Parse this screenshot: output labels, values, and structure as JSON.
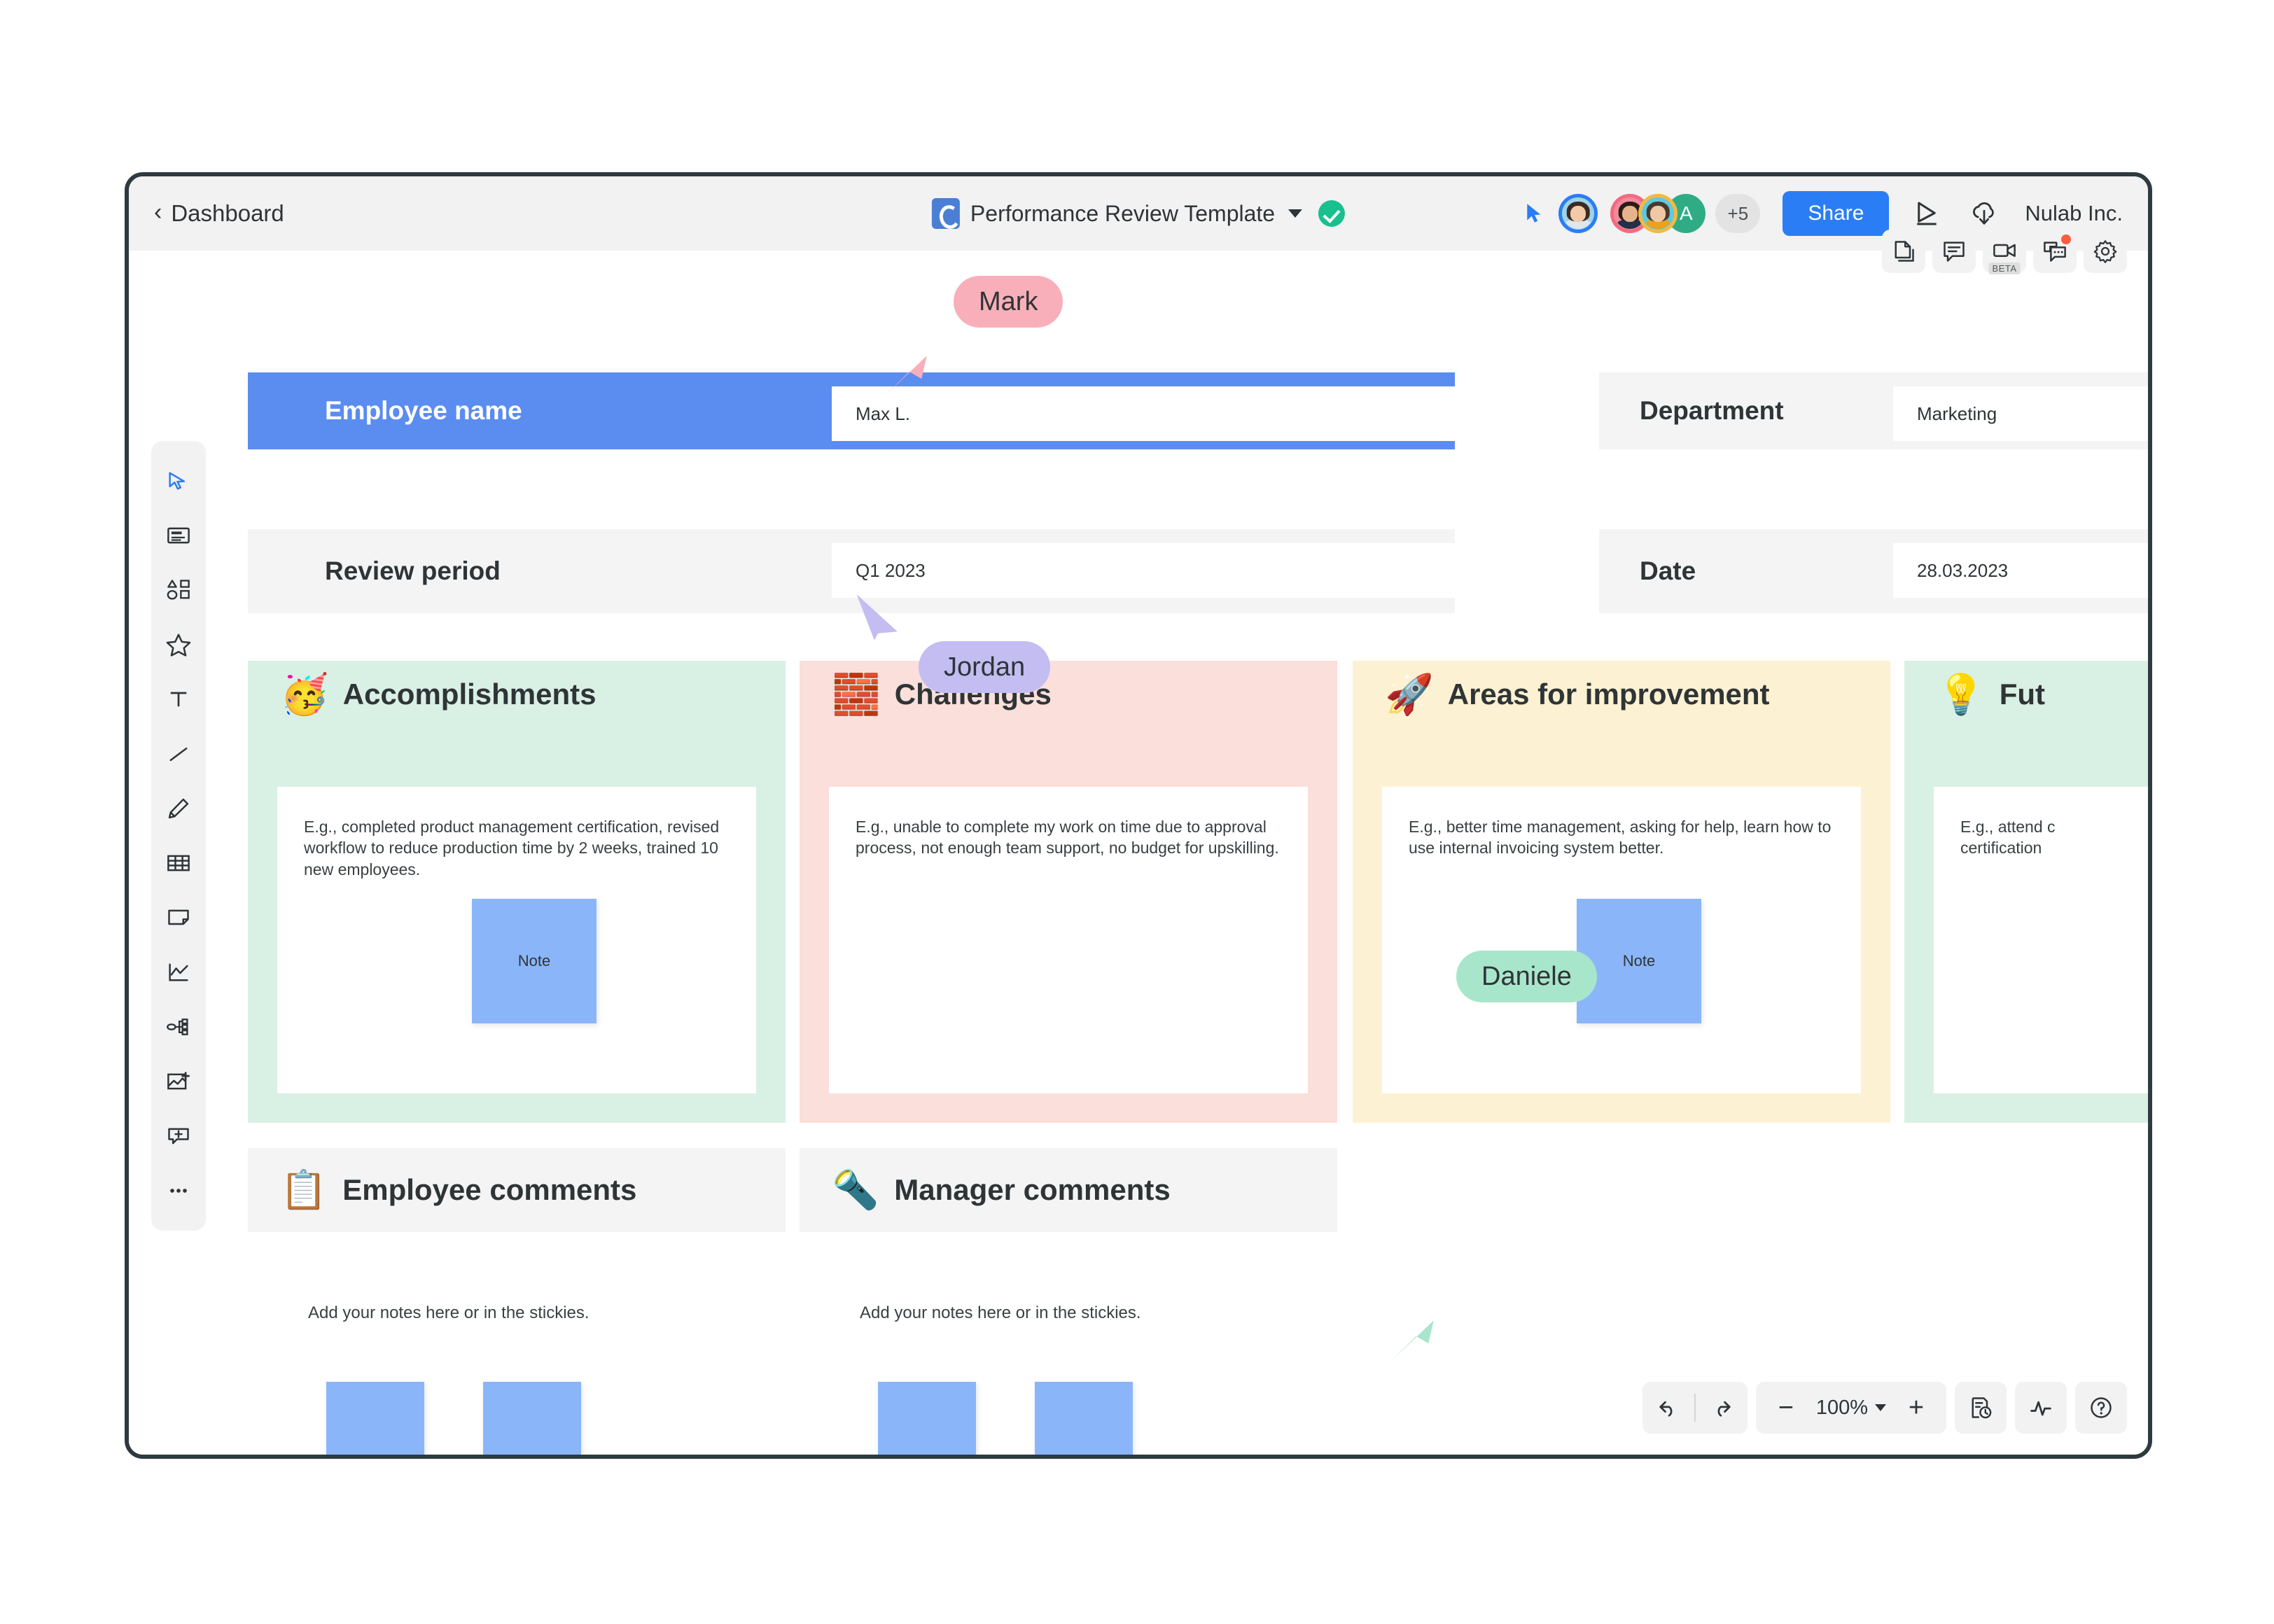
{
  "header": {
    "back_label": "Dashboard",
    "back_icon": "chevron-left-icon",
    "doc_title": "Performance Review Template",
    "doc_logo": "cacoo-logo-icon",
    "doc_caret": "chevron-down-icon",
    "doc_status": "verified-check-badge",
    "cursor_icon": "pointer-cursor-icon",
    "avatar_overflow": "+5",
    "avatar_letter": "A",
    "share_label": "Share",
    "present_icon": "present-play-icon",
    "download_icon": "download-cloud-icon",
    "org_name": "Nulab Inc."
  },
  "canvas_tools": [
    {
      "name": "pages-icon",
      "label": ""
    },
    {
      "name": "comment-icon",
      "label": ""
    },
    {
      "name": "video-call-icon",
      "label": "BETA"
    },
    {
      "name": "chat-icon",
      "label": ""
    },
    {
      "name": "gear-icon",
      "label": ""
    }
  ],
  "left_toolbar": [
    {
      "name": "select-cursor-icon",
      "active": true
    },
    {
      "name": "card-icon",
      "active": false
    },
    {
      "name": "shapes-icon",
      "active": false
    },
    {
      "name": "star-icon",
      "active": false
    },
    {
      "name": "text-icon",
      "active": false
    },
    {
      "name": "line-icon",
      "active": false
    },
    {
      "name": "pencil-icon",
      "active": false
    },
    {
      "name": "table-icon",
      "active": false
    },
    {
      "name": "sticky-note-icon",
      "active": false
    },
    {
      "name": "chart-icon",
      "active": false
    },
    {
      "name": "flowchart-icon",
      "active": false
    },
    {
      "name": "add-image-icon",
      "active": false
    },
    {
      "name": "add-frame-icon",
      "active": false
    },
    {
      "name": "more-options-icon",
      "active": false
    }
  ],
  "board": {
    "fields": [
      {
        "label": "Employee name",
        "value": "Max L."
      },
      {
        "label": "Department",
        "value": "Marketing"
      },
      {
        "label": "Review period",
        "value": "Q1 2023"
      },
      {
        "label": "Date",
        "value": "28.03.2023"
      }
    ],
    "categories": [
      {
        "emoji": "🥳",
        "title": "Accomplishments",
        "example": "E.g., completed product management certification, revised workflow to reduce production time by 2 weeks, trained 10 new employees.",
        "sticky_label": "Note"
      },
      {
        "emoji": "🧱",
        "title": "Challenges",
        "example": "E.g., unable to complete my work on time due to approval process, not enough team support, no budget for upskilling.",
        "sticky_label": ""
      },
      {
        "emoji": "🚀",
        "title": "Areas for improvement",
        "example": "E.g., better time management, asking for help, learn how to use internal invoicing system better.",
        "sticky_label": "Note"
      },
      {
        "emoji": "💡",
        "title": "Fut",
        "example": "E.g., attend c\ncertification",
        "sticky_label": ""
      }
    ],
    "comments": [
      {
        "emoji": "📋",
        "title": "Employee comments",
        "placeholder": "Add your notes here or in the stickies."
      },
      {
        "emoji": "🔦",
        "title": "Manager comments",
        "placeholder": "Add your notes here or in the stickies."
      }
    ]
  },
  "cursors": [
    {
      "name": "Mark",
      "color": "#f9afb9"
    },
    {
      "name": "Jordan",
      "color": "#c3bdf2"
    },
    {
      "name": "Daniele",
      "color": "#a8e6cc"
    }
  ],
  "bottom_tools": {
    "undo_icon": "undo-icon",
    "redo_icon": "redo-icon",
    "zoom_out": "−",
    "zoom_level": "100%",
    "zoom_in": "+",
    "zoom_caret": "chevron-down-icon",
    "history_icon": "version-history-icon",
    "activity_icon": "activity-pulse-icon",
    "help_icon": "help-question-icon"
  },
  "colors": {
    "accent_blue": "#2b7df5",
    "band_blue": "#5b8cf0",
    "band_gray": "#f4f4f5",
    "mint": "#d9f0e5",
    "pink": "#fadfdb",
    "cream": "#fcf1d2",
    "sticky_blue": "#8ab6f9"
  }
}
